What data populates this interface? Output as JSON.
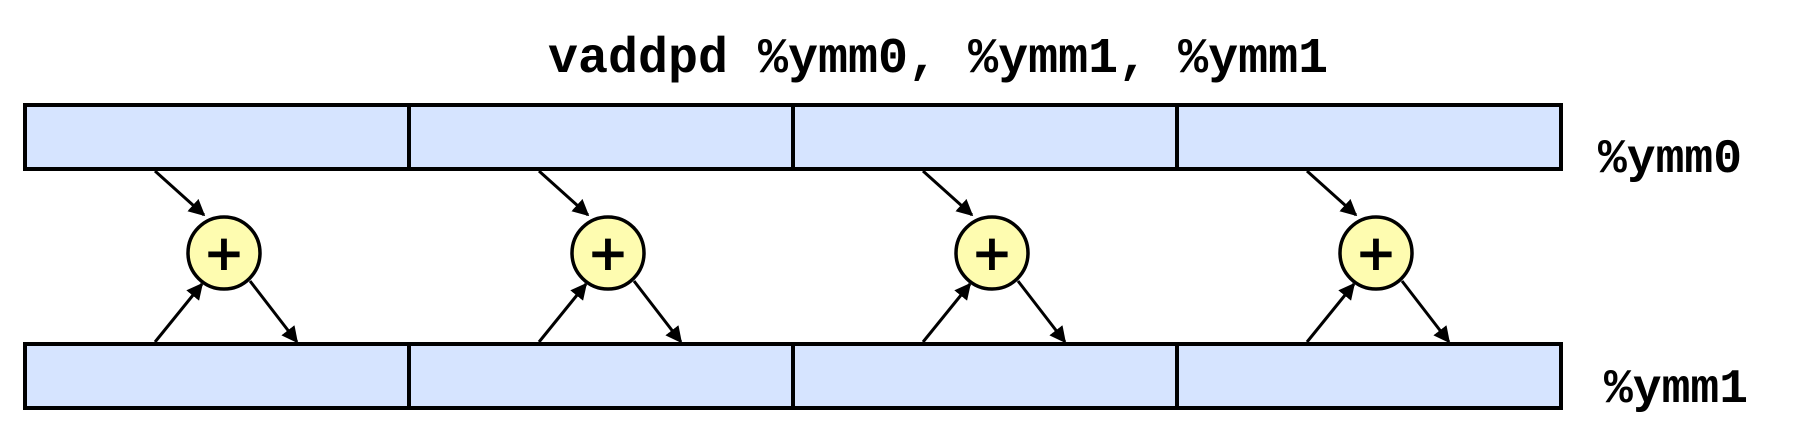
{
  "instruction": "vaddpd %ymm0, %ymm1, %ymm1",
  "registers": {
    "top": {
      "label": "%ymm0",
      "lanes": 4
    },
    "bottom": {
      "label": "%ymm1",
      "lanes": 4
    }
  },
  "operator_symbol": "+",
  "colors": {
    "lane_fill": "#d6e4ff",
    "adder_fill": "#fefcb0",
    "stroke": "#000000"
  }
}
